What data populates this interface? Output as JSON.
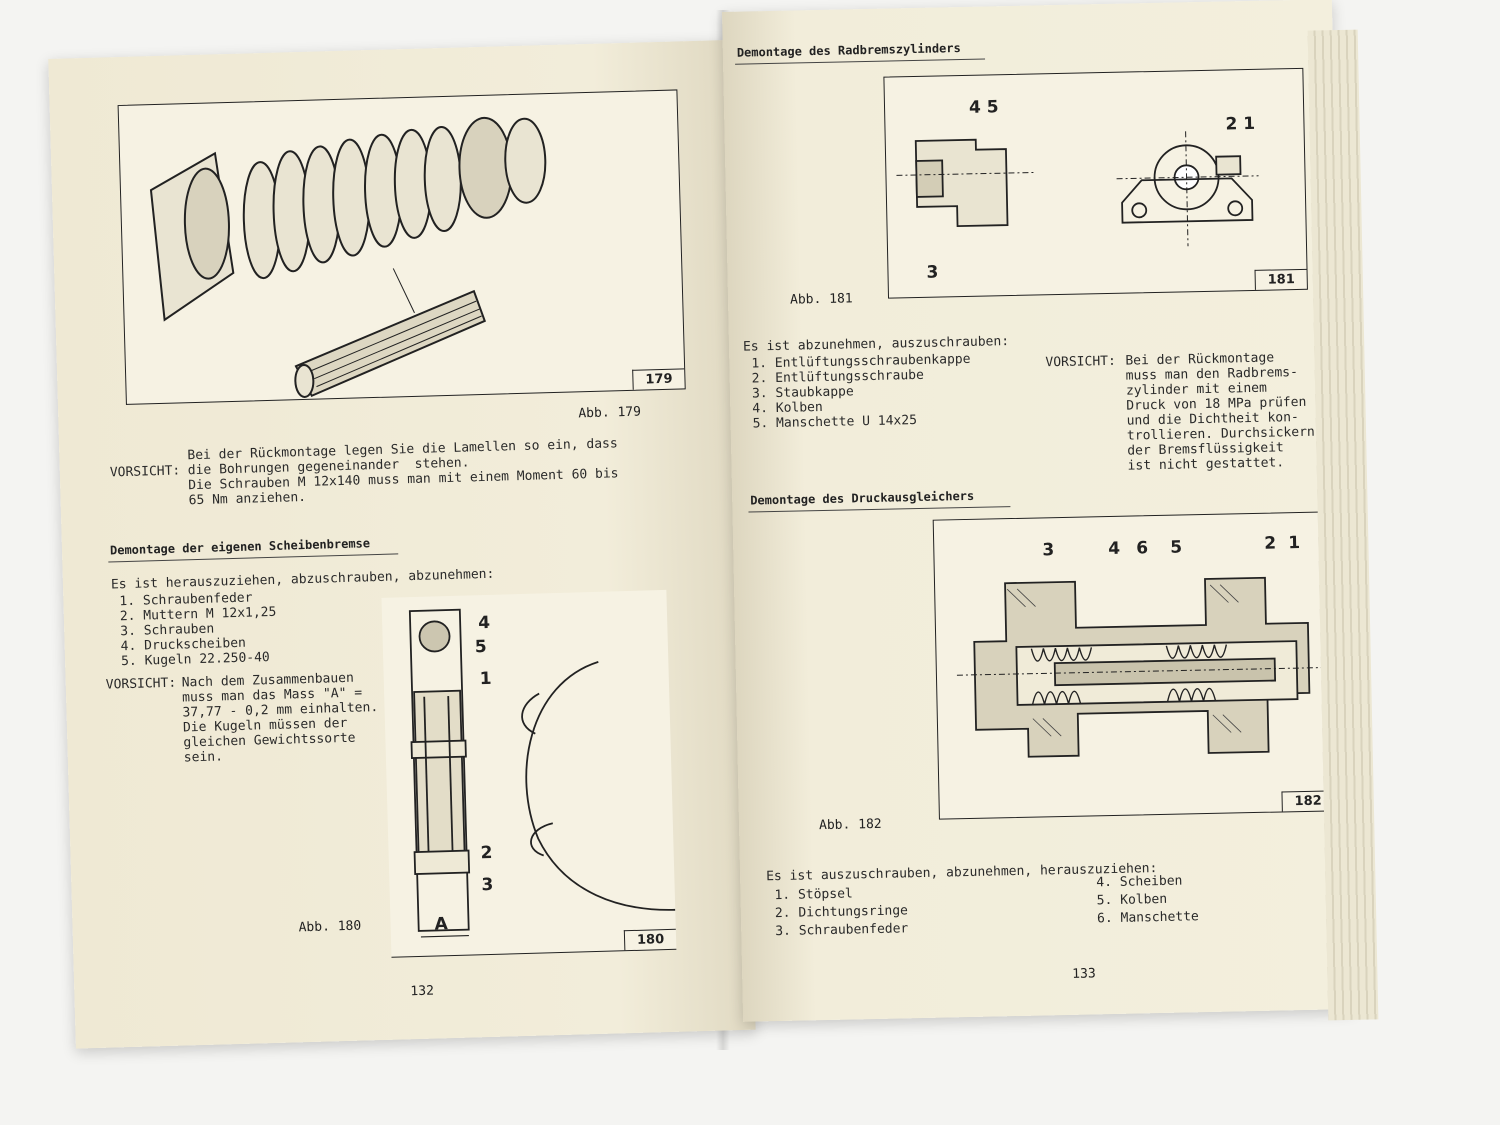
{
  "left": {
    "fig179": {
      "tag": "179",
      "caption": "Abb. 179"
    },
    "caution1_label": "VORSICHT:",
    "caution1_text": "Bei der Rückmontage legen Sie die Lamellen so ein, dass\ndie Bohrungen gegeneinander  stehen.\nDie Schrauben M 12x140 muss man mit einem Moment 60 bis\n65 Nm anziehen.",
    "section_title": "Demontage der eigenen Scheibenbremse",
    "intro": "Es ist herauszuziehen, abzuschrauben, abzunehmen:",
    "items": [
      "1. Schraubenfeder",
      "2. Muttern M 12x1,25",
      "3. Schrauben",
      "4. Druckscheiben",
      "5. Kugeln 22.250-40"
    ],
    "caution2_label": "VORSICHT:",
    "caution2_text": "Nach dem Zusammenbauen\nmuss man das Mass \"A\" =\n37,77 - 0,2 mm einhalten.\nDie Kugeln müssen der\ngleichen Gewichtssorte\nsein.",
    "fig180": {
      "tag": "180",
      "caption": "Abb. 180",
      "labels": [
        "4",
        "5",
        "1",
        "2",
        "3",
        "A"
      ]
    },
    "page_number": "132"
  },
  "right": {
    "header": "Demontage des Radbremszylinders",
    "fig181": {
      "tag": "181",
      "caption": "Abb. 181",
      "labels": [
        "4 5",
        "2 1",
        "3"
      ]
    },
    "intro1": "Es ist abzunehmen, auszuschrauben:",
    "items1": [
      "1. Entlüftungsschraubenkappe",
      "2. Entlüftungsschraube",
      "3. Staubkappe",
      "4. Kolben",
      "5. Manschette U 14x25"
    ],
    "caution_label": "VORSICHT:",
    "caution_text": "Bei der Rückmontage\nmuss man den Radbrems-\nzylinder mit einem\nDruck von 18 MPa prüfen\nund die Dichtheit kon-\ntrollieren. Durchsickern\nder Bremsflüssigkeit\nist nicht gestattet.",
    "section_title": "Demontage des Druckausgleichers",
    "fig182": {
      "tag": "182",
      "caption": "Abb. 182",
      "labels": [
        "3",
        "4",
        "6",
        "5",
        "2",
        "1"
      ]
    },
    "intro2": "Es ist auszuschrauben, abzunehmen, herauszuziehen:",
    "items2a": [
      "1. Stöpsel",
      "2. Dichtungsringe",
      "3. Schraubenfeder"
    ],
    "items2b": [
      "4. Scheiben",
      "5. Kolben",
      "6. Manschette"
    ],
    "page_number": "133"
  }
}
